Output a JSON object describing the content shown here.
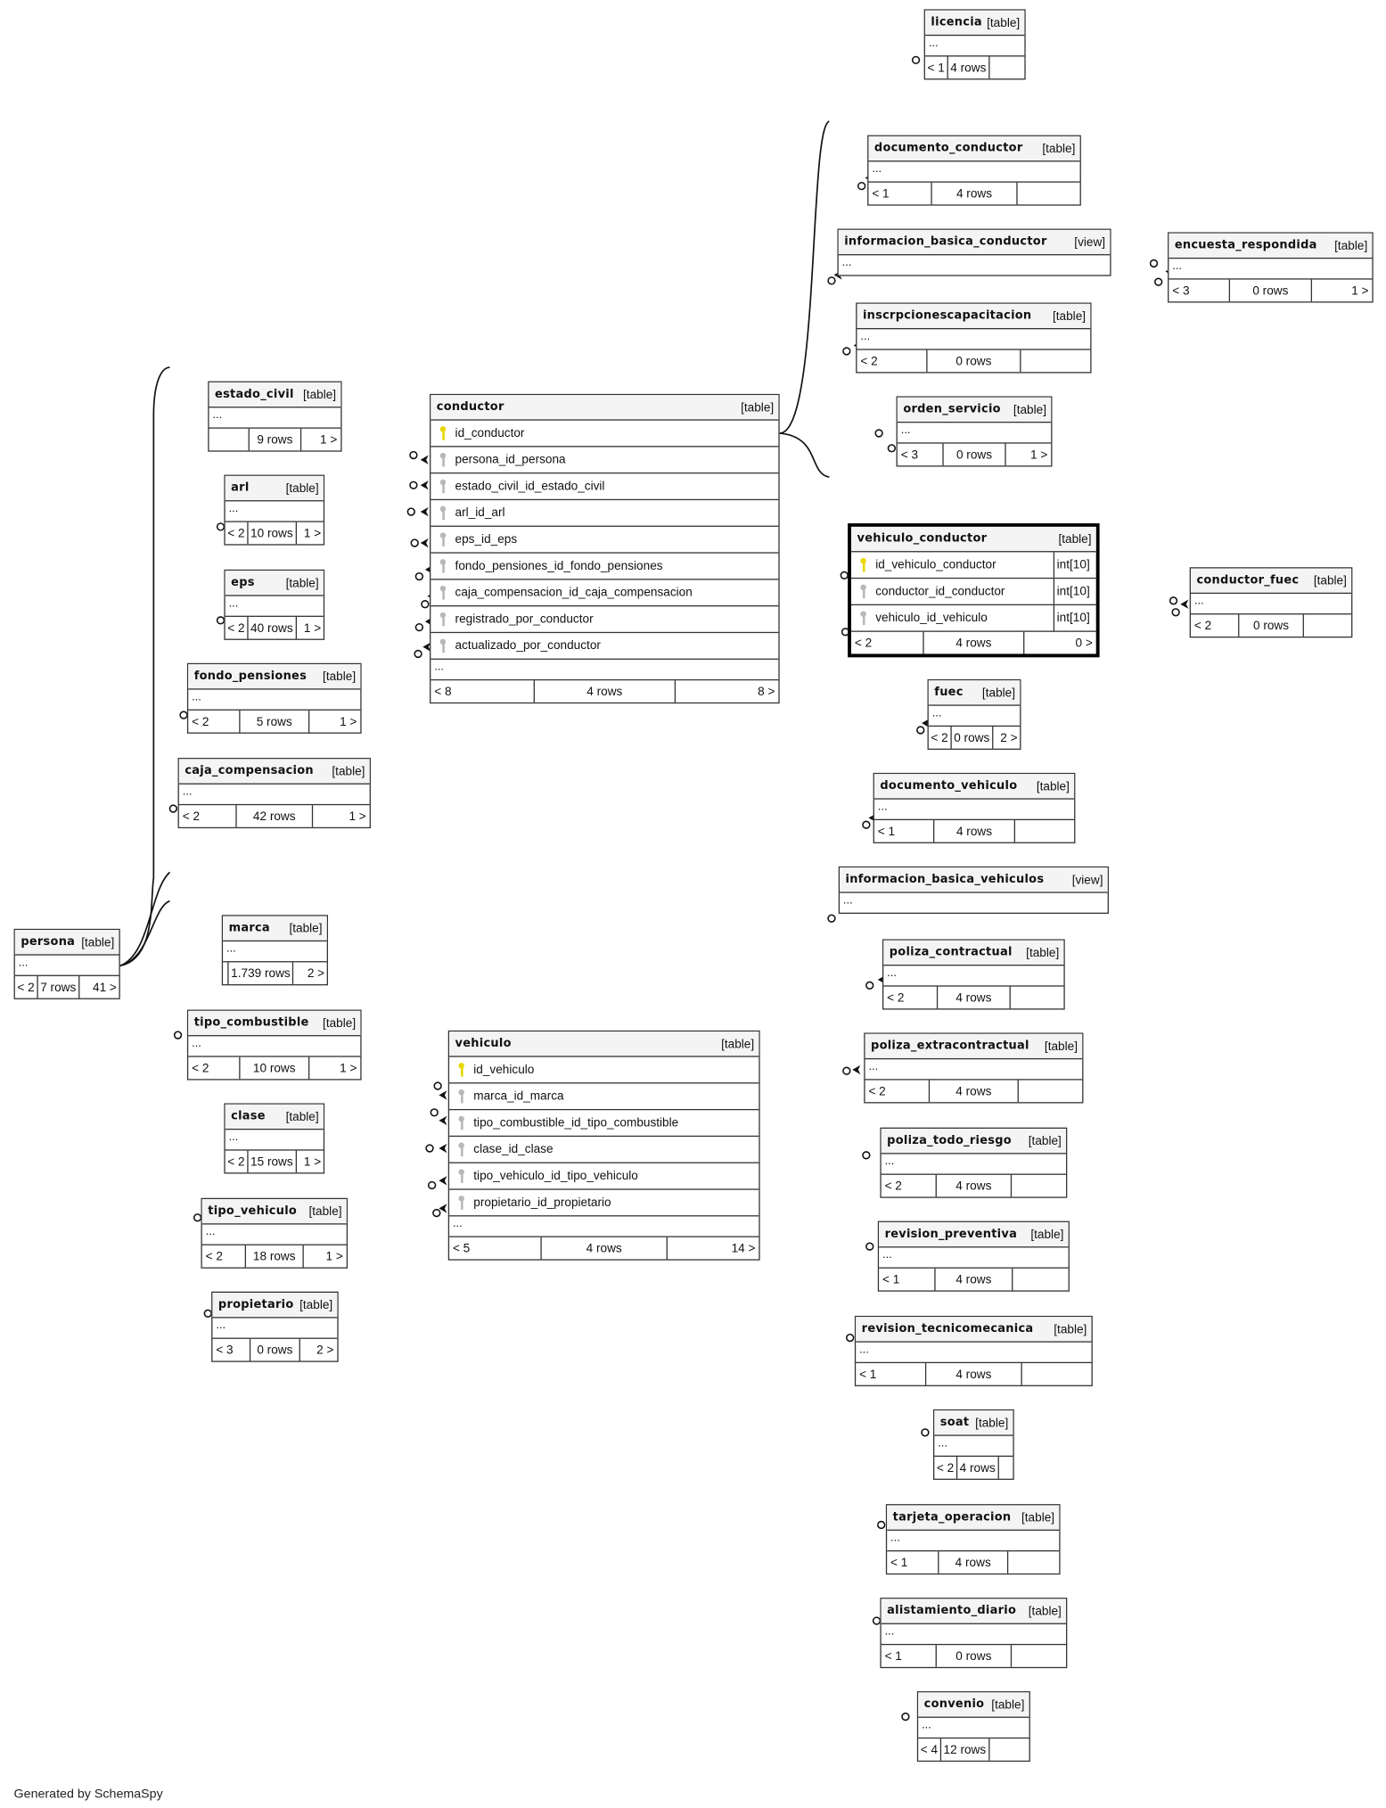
{
  "footer_text": "Generated by SchemaSpy",
  "colors": {
    "pk_key": "#e6d800",
    "fk_key": "#b8b8b8",
    "header_bg": "#f4f4f4",
    "border": "#333333"
  },
  "tables": [
    {
      "name": "licencia",
      "type": "[table]",
      "footer": [
        "< 1",
        "4 rows",
        ""
      ]
    },
    {
      "name": "documento_conductor",
      "type": "[table]",
      "footer": [
        "< 1",
        "4 rows",
        ""
      ]
    },
    {
      "name": "informacion_basica_conductor",
      "type": "[view]"
    },
    {
      "name": "encuesta_respondida",
      "type": "[table]",
      "footer": [
        "< 3",
        "0 rows",
        "1 >"
      ]
    },
    {
      "name": "inscrpcionescapacitacion",
      "type": "[table]",
      "footer": [
        "< 2",
        "0 rows",
        ""
      ]
    },
    {
      "name": "orden_servicio",
      "type": "[table]",
      "footer": [
        "< 3",
        "0 rows",
        "1 >"
      ]
    },
    {
      "name": "estado_civil",
      "type": "[table]",
      "footer": [
        "",
        "9 rows",
        "1 >"
      ]
    },
    {
      "name": "arl",
      "type": "[table]",
      "footer": [
        "< 2",
        "10 rows",
        "1 >"
      ]
    },
    {
      "name": "eps",
      "type": "[table]",
      "footer": [
        "< 2",
        "40 rows",
        "1 >"
      ]
    },
    {
      "name": "fondo_pensiones",
      "type": "[table]",
      "footer": [
        "< 2",
        "5 rows",
        "1 >"
      ]
    },
    {
      "name": "caja_compensacion",
      "type": "[table]",
      "footer": [
        "< 2",
        "42 rows",
        "1 >"
      ]
    },
    {
      "name": "conductor",
      "type": "[table]",
      "columns": [
        {
          "name": "id_conductor",
          "pk": true
        },
        {
          "name": "persona_id_persona"
        },
        {
          "name": "estado_civil_id_estado_civil"
        },
        {
          "name": "arl_id_arl"
        },
        {
          "name": "eps_id_eps"
        },
        {
          "name": "fondo_pensiones_id_fondo_pensiones"
        },
        {
          "name": "caja_compensacion_id_caja_compensacion"
        },
        {
          "name": "registrado_por_conductor"
        },
        {
          "name": "actualizado_por_conductor"
        }
      ],
      "footer": [
        "< 8",
        "4 rows",
        "8 >"
      ]
    },
    {
      "name": "vehiculo_conductor",
      "type": "[table]",
      "focus": true,
      "columns": [
        {
          "name": "id_vehiculo_conductor",
          "pk": true,
          "type": "int[10]"
        },
        {
          "name": "conductor_id_conductor",
          "type": "int[10]"
        },
        {
          "name": "vehiculo_id_vehiculo",
          "type": "int[10]"
        }
      ],
      "noEllipsis": true,
      "footer": [
        "< 2",
        "4 rows",
        "0 >"
      ]
    },
    {
      "name": "conductor_fuec",
      "type": "[table]",
      "footer": [
        "< 2",
        "0 rows",
        ""
      ]
    },
    {
      "name": "fuec",
      "type": "[table]",
      "footer": [
        "< 2",
        "0 rows",
        "2 >"
      ]
    },
    {
      "name": "documento_vehiculo",
      "type": "[table]",
      "footer": [
        "< 1",
        "4 rows",
        ""
      ]
    },
    {
      "name": "informacion_basica_vehiculos",
      "type": "[view]"
    },
    {
      "name": "persona",
      "type": "[table]",
      "footer": [
        "< 2",
        "7 rows",
        "41 >"
      ]
    },
    {
      "name": "marca",
      "type": "[table]",
      "footer": [
        "",
        "1.739 rows",
        "2 >"
      ]
    },
    {
      "name": "tipo_combustible",
      "type": "[table]",
      "footer": [
        "< 2",
        "10 rows",
        "1 >"
      ]
    },
    {
      "name": "clase",
      "type": "[table]",
      "footer": [
        "< 2",
        "15 rows",
        "1 >"
      ]
    },
    {
      "name": "tipo_vehiculo",
      "type": "[table]",
      "footer": [
        "< 2",
        "18 rows",
        "1 >"
      ]
    },
    {
      "name": "propietario",
      "type": "[table]",
      "footer": [
        "< 3",
        "0 rows",
        "2 >"
      ]
    },
    {
      "name": "vehiculo",
      "type": "[table]",
      "columns": [
        {
          "name": "id_vehiculo",
          "pk": true
        },
        {
          "name": "marca_id_marca"
        },
        {
          "name": "tipo_combustible_id_tipo_combustible"
        },
        {
          "name": "clase_id_clase"
        },
        {
          "name": "tipo_vehiculo_id_tipo_vehiculo"
        },
        {
          "name": "propietario_id_propietario"
        }
      ],
      "footer": [
        "< 5",
        "4 rows",
        "14 >"
      ]
    },
    {
      "name": "poliza_contractual",
      "type": "[table]",
      "footer": [
        "< 2",
        "4 rows",
        ""
      ]
    },
    {
      "name": "poliza_extracontractual",
      "type": "[table]",
      "footer": [
        "< 2",
        "4 rows",
        ""
      ]
    },
    {
      "name": "poliza_todo_riesgo",
      "type": "[table]",
      "footer": [
        "< 2",
        "4 rows",
        ""
      ]
    },
    {
      "name": "revision_preventiva",
      "type": "[table]",
      "footer": [
        "< 1",
        "4 rows",
        ""
      ]
    },
    {
      "name": "revision_tecnicomecanica",
      "type": "[table]",
      "footer": [
        "< 1",
        "4 rows",
        ""
      ]
    },
    {
      "name": "soat",
      "type": "[table]",
      "footer": [
        "< 2",
        "4 rows",
        ""
      ]
    },
    {
      "name": "tarjeta_operacion",
      "type": "[table]",
      "footer": [
        "< 1",
        "4 rows",
        ""
      ]
    },
    {
      "name": "alistamiento_diario",
      "type": "[table]",
      "footer": [
        "< 1",
        "0 rows",
        ""
      ]
    },
    {
      "name": "convenio",
      "type": "[table]",
      "footer": [
        "< 4",
        "12 rows",
        ""
      ]
    }
  ]
}
